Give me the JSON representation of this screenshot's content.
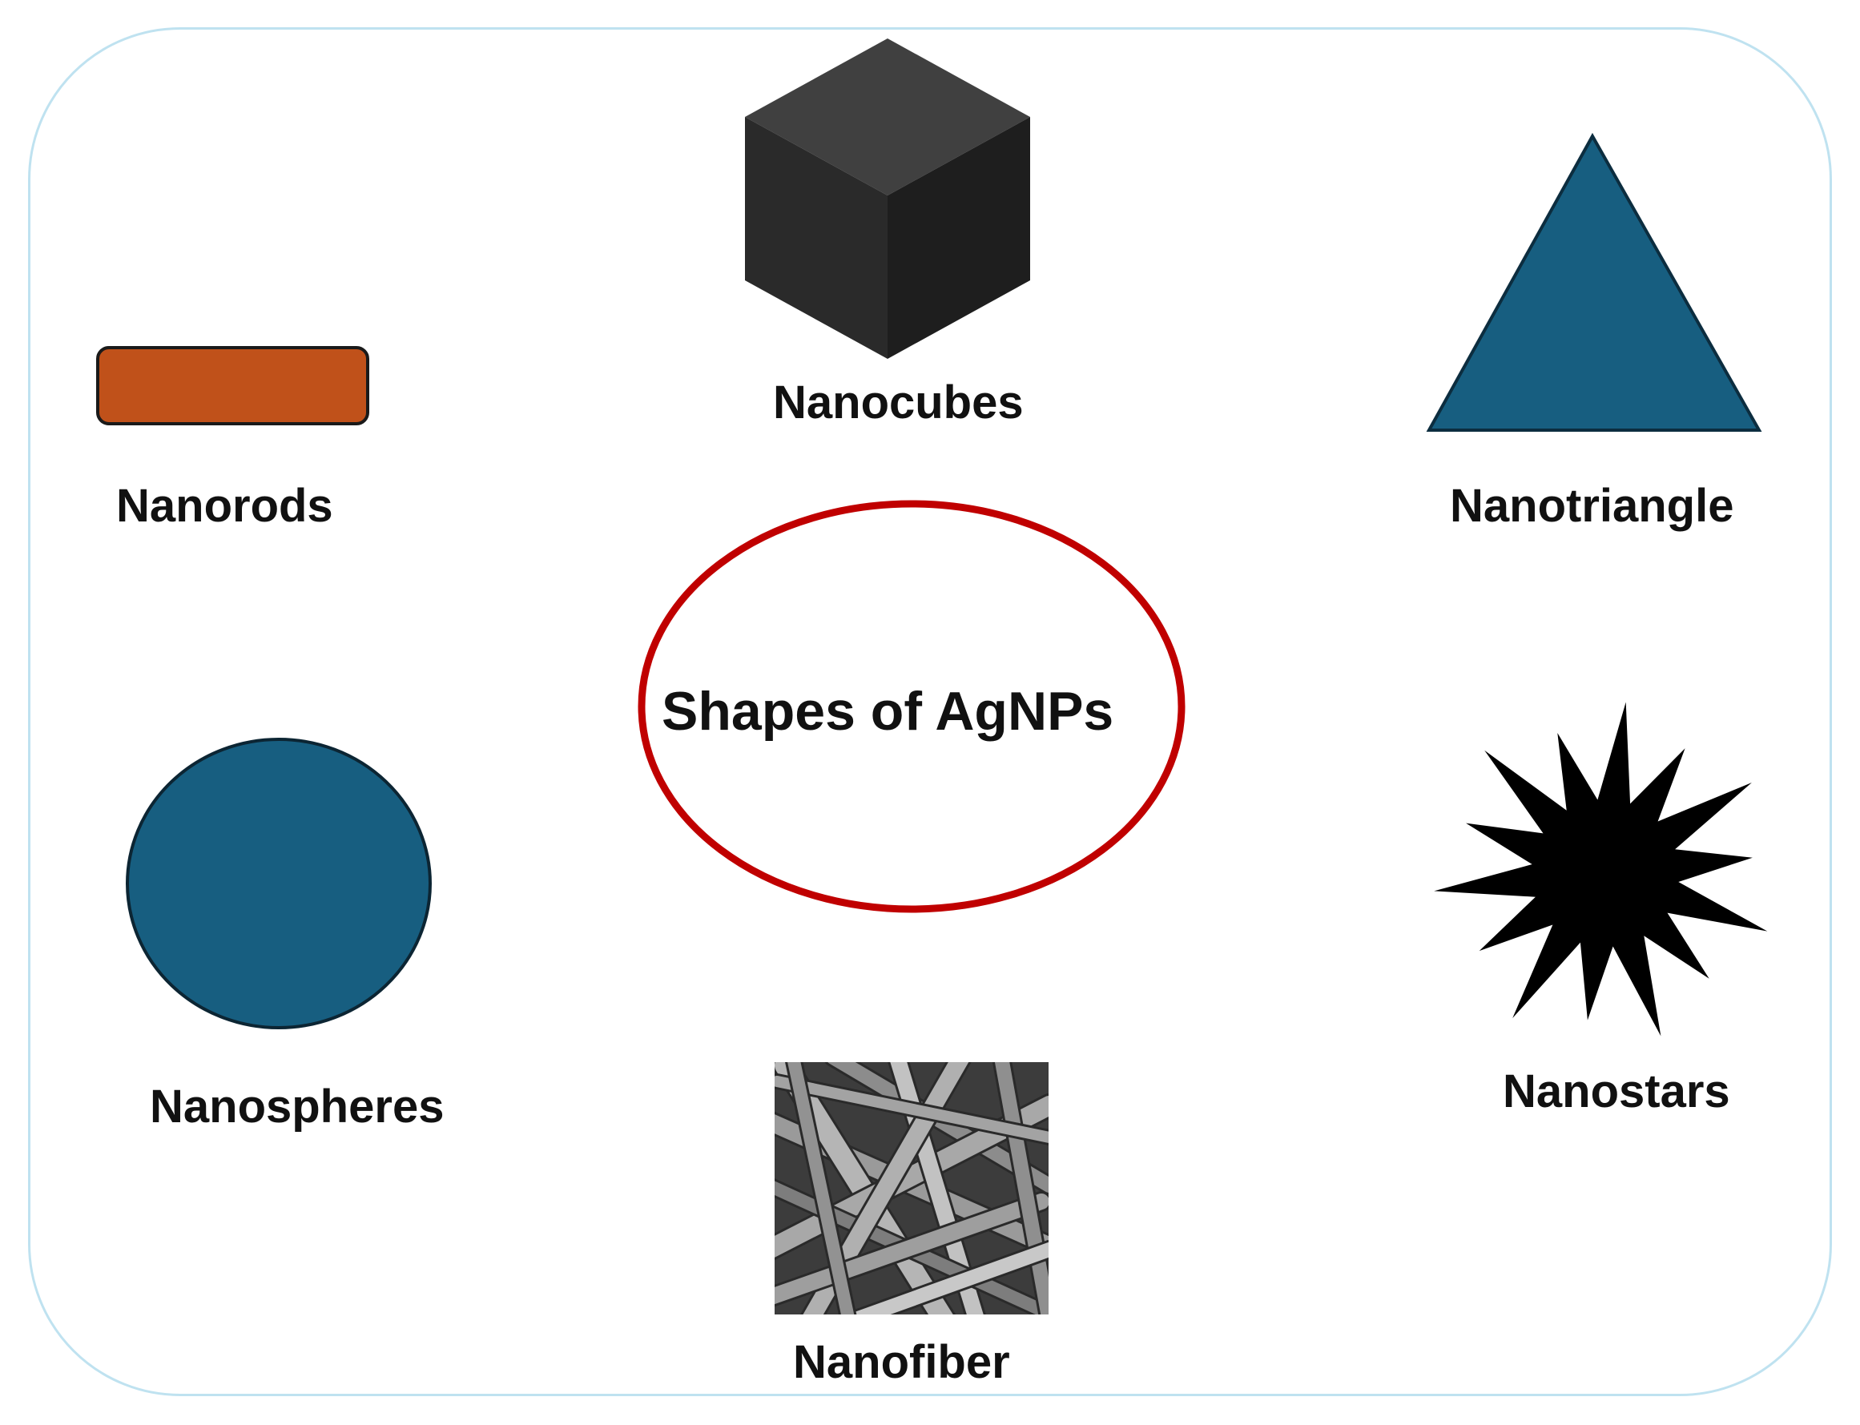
{
  "diagram": {
    "center": {
      "label": "Shapes of AgNPs",
      "ring_color": "#c00000"
    },
    "shapes": [
      {
        "id": "nanocubes",
        "label": "Nanocubes",
        "icon": "cube-icon",
        "color": "#2a2a2a"
      },
      {
        "id": "nanorods",
        "label": "Nanorods",
        "icon": "rounded-rectangle-icon",
        "color": "#c0511a"
      },
      {
        "id": "nanotriangle",
        "label": "Nanotriangle",
        "icon": "triangle-icon",
        "color": "#175e80"
      },
      {
        "id": "nanospheres",
        "label": "Nanospheres",
        "icon": "circle-icon",
        "color": "#175e80"
      },
      {
        "id": "nanostars",
        "label": "Nanostars",
        "icon": "star-burst-icon",
        "color": "#000000"
      },
      {
        "id": "nanofiber",
        "label": "Nanofiber",
        "icon": "fiber-micrograph-icon",
        "color": "#8a8a8a"
      }
    ]
  }
}
